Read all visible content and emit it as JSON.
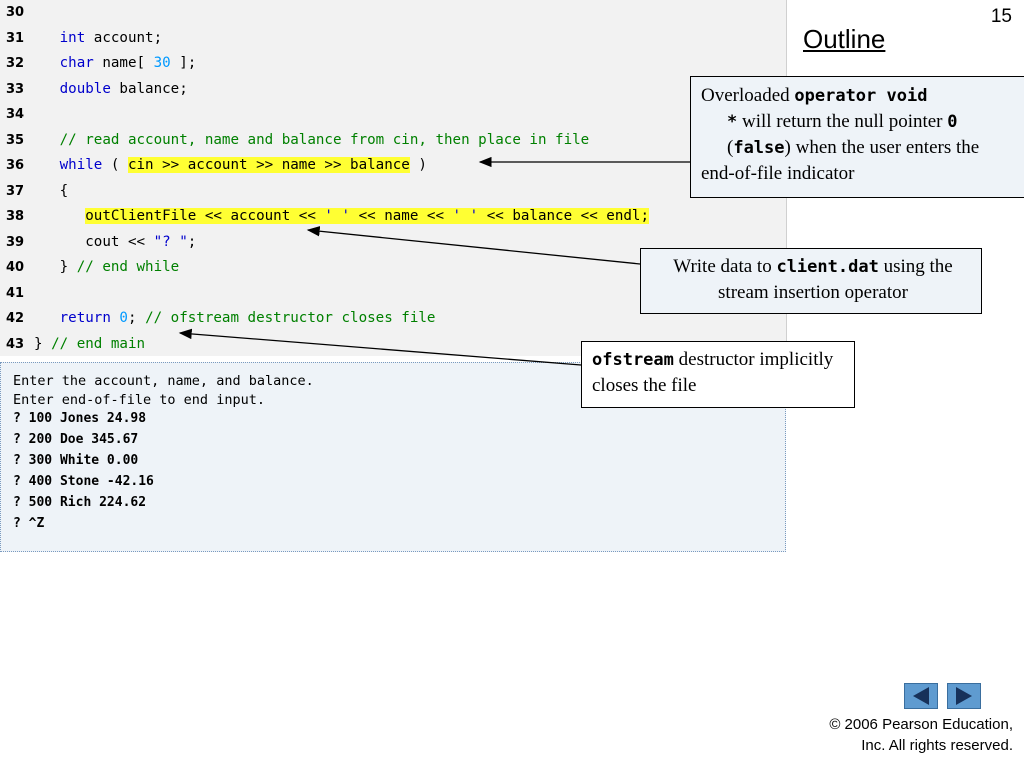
{
  "slide": {
    "number": "15",
    "outline_label": "Outline"
  },
  "code": {
    "lines": [
      {
        "n": "30",
        "parts": []
      },
      {
        "n": "31",
        "parts": [
          {
            "t": "   "
          },
          {
            "t": "int",
            "c": "kw"
          },
          {
            "t": " account;"
          }
        ]
      },
      {
        "n": "32",
        "parts": [
          {
            "t": "   "
          },
          {
            "t": "char",
            "c": "kw"
          },
          {
            "t": " name[ "
          },
          {
            "t": "30",
            "c": "num"
          },
          {
            "t": " ];"
          }
        ]
      },
      {
        "n": "33",
        "parts": [
          {
            "t": "   "
          },
          {
            "t": "double",
            "c": "kw"
          },
          {
            "t": " balance;"
          }
        ]
      },
      {
        "n": "34",
        "parts": []
      },
      {
        "n": "35",
        "parts": [
          {
            "t": "   "
          },
          {
            "t": "// read account, name and balance from cin, then place in file",
            "c": "cm"
          }
        ]
      },
      {
        "n": "36",
        "parts": [
          {
            "t": "   "
          },
          {
            "t": "while",
            "c": "kw"
          },
          {
            "t": " ( "
          },
          {
            "t": "cin >> account >> name >> balance",
            "c": "hl"
          },
          {
            "t": " )"
          }
        ]
      },
      {
        "n": "37",
        "parts": [
          {
            "t": "   {"
          }
        ]
      },
      {
        "n": "38",
        "parts": [
          {
            "t": "      "
          },
          {
            "t": "outClientFile << account << ",
            "c": "hl"
          },
          {
            "t": "' '",
            "c": "hl str"
          },
          {
            "t": " << name << ",
            "c": "hl"
          },
          {
            "t": "' '",
            "c": "hl str"
          },
          {
            "t": " << balance << endl;",
            "c": "hl"
          }
        ]
      },
      {
        "n": "39",
        "parts": [
          {
            "t": "      cout << "
          },
          {
            "t": "\"? \"",
            "c": "str"
          },
          {
            "t": ";"
          }
        ]
      },
      {
        "n": "40",
        "parts": [
          {
            "t": "   } "
          },
          {
            "t": "// end while",
            "c": "cm"
          }
        ]
      },
      {
        "n": "41",
        "parts": []
      },
      {
        "n": "42",
        "parts": [
          {
            "t": "   "
          },
          {
            "t": "return",
            "c": "kw"
          },
          {
            "t": " "
          },
          {
            "t": "0",
            "c": "num"
          },
          {
            "t": "; "
          },
          {
            "t": "// ofstream destructor closes file",
            "c": "cm"
          }
        ]
      },
      {
        "n": "43",
        "parts": [
          {
            "t": "} "
          },
          {
            "t": "// end main",
            "c": "cm"
          }
        ]
      }
    ]
  },
  "output": {
    "lines": [
      "Enter the account, name, and balance.",
      "Enter end-of-file to end input.",
      "? 100 Jones 24.98",
      "? 200 Doe 345.67",
      "? 300 White 0.00",
      "? 400 Stone -42.16",
      "? 500 Rich 224.62",
      "? ^Z"
    ]
  },
  "callouts": {
    "c1": {
      "pre": "Overloaded ",
      "code1": "operator void",
      "code2": "*",
      "mid": " will return the null pointer ",
      "code3": "0",
      "open": "(",
      "code4": "false",
      "post": ") when the user enters the end-of-file indicator"
    },
    "c2": {
      "pre": "Write data to ",
      "code": "client.dat",
      "post": " using the stream insertion operator"
    },
    "c3": {
      "code": "ofstream",
      "post": " destructor implicitly closes the file"
    }
  },
  "nav": {
    "prev_icon": "triangle-left-icon",
    "next_icon": "triangle-right-icon"
  },
  "copyright": {
    "line1": "© 2006 Pearson Education,",
    "line2": "Inc.  All rights reserved."
  },
  "colors": {
    "keyword": "#0000cc",
    "comment": "#008000",
    "number": "#0099ff",
    "highlight": "#ffff33",
    "nav_button": "#5f9bd0"
  }
}
